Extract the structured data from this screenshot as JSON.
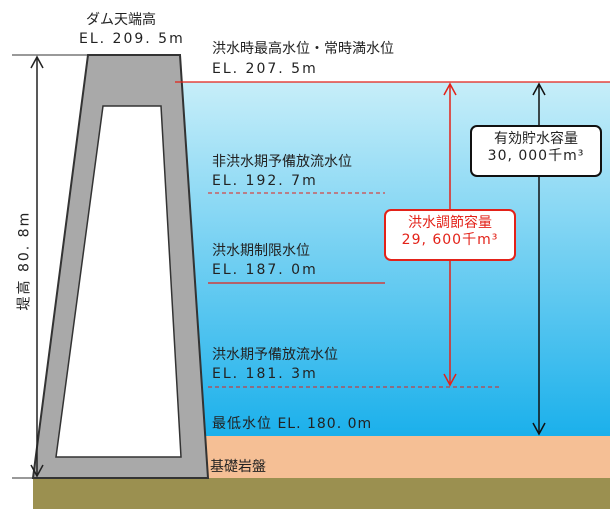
{
  "dam_crest": {
    "title": "ダム天端高",
    "elevation": "EL. 209. 5m"
  },
  "levels": {
    "flood_max": {
      "label": "洪水時最高水位・常時満水位",
      "elevation": "EL. 207. 5m"
    },
    "non_flood_reserve": {
      "label": "非洪水期予備放流水位",
      "elevation": "EL. 192. 7m"
    },
    "flood_limit": {
      "label": "洪水期制限水位",
      "elevation": "EL. 187. 0m"
    },
    "flood_reserve": {
      "label": "洪水期予備放流水位",
      "elevation": "EL. 181. 3m"
    },
    "lowest": {
      "label": "最低水位 EL. 180. 0m"
    }
  },
  "bedrock": {
    "label": "基礎岩盤"
  },
  "dam_height": {
    "label": "堤高 80. 8m"
  },
  "effective_storage": {
    "title": "有効貯水容量",
    "value": "30, 000千m³"
  },
  "flood_control_storage": {
    "title": "洪水調節容量",
    "value": "29, 600千m³"
  },
  "colors": {
    "water_top": "#c7eef9",
    "water_bottom": "#1bb0eb",
    "bedrock": "#f5bf95",
    "ground": "#9b9050",
    "dam": "#a9a9a9",
    "red": "#e32219"
  }
}
